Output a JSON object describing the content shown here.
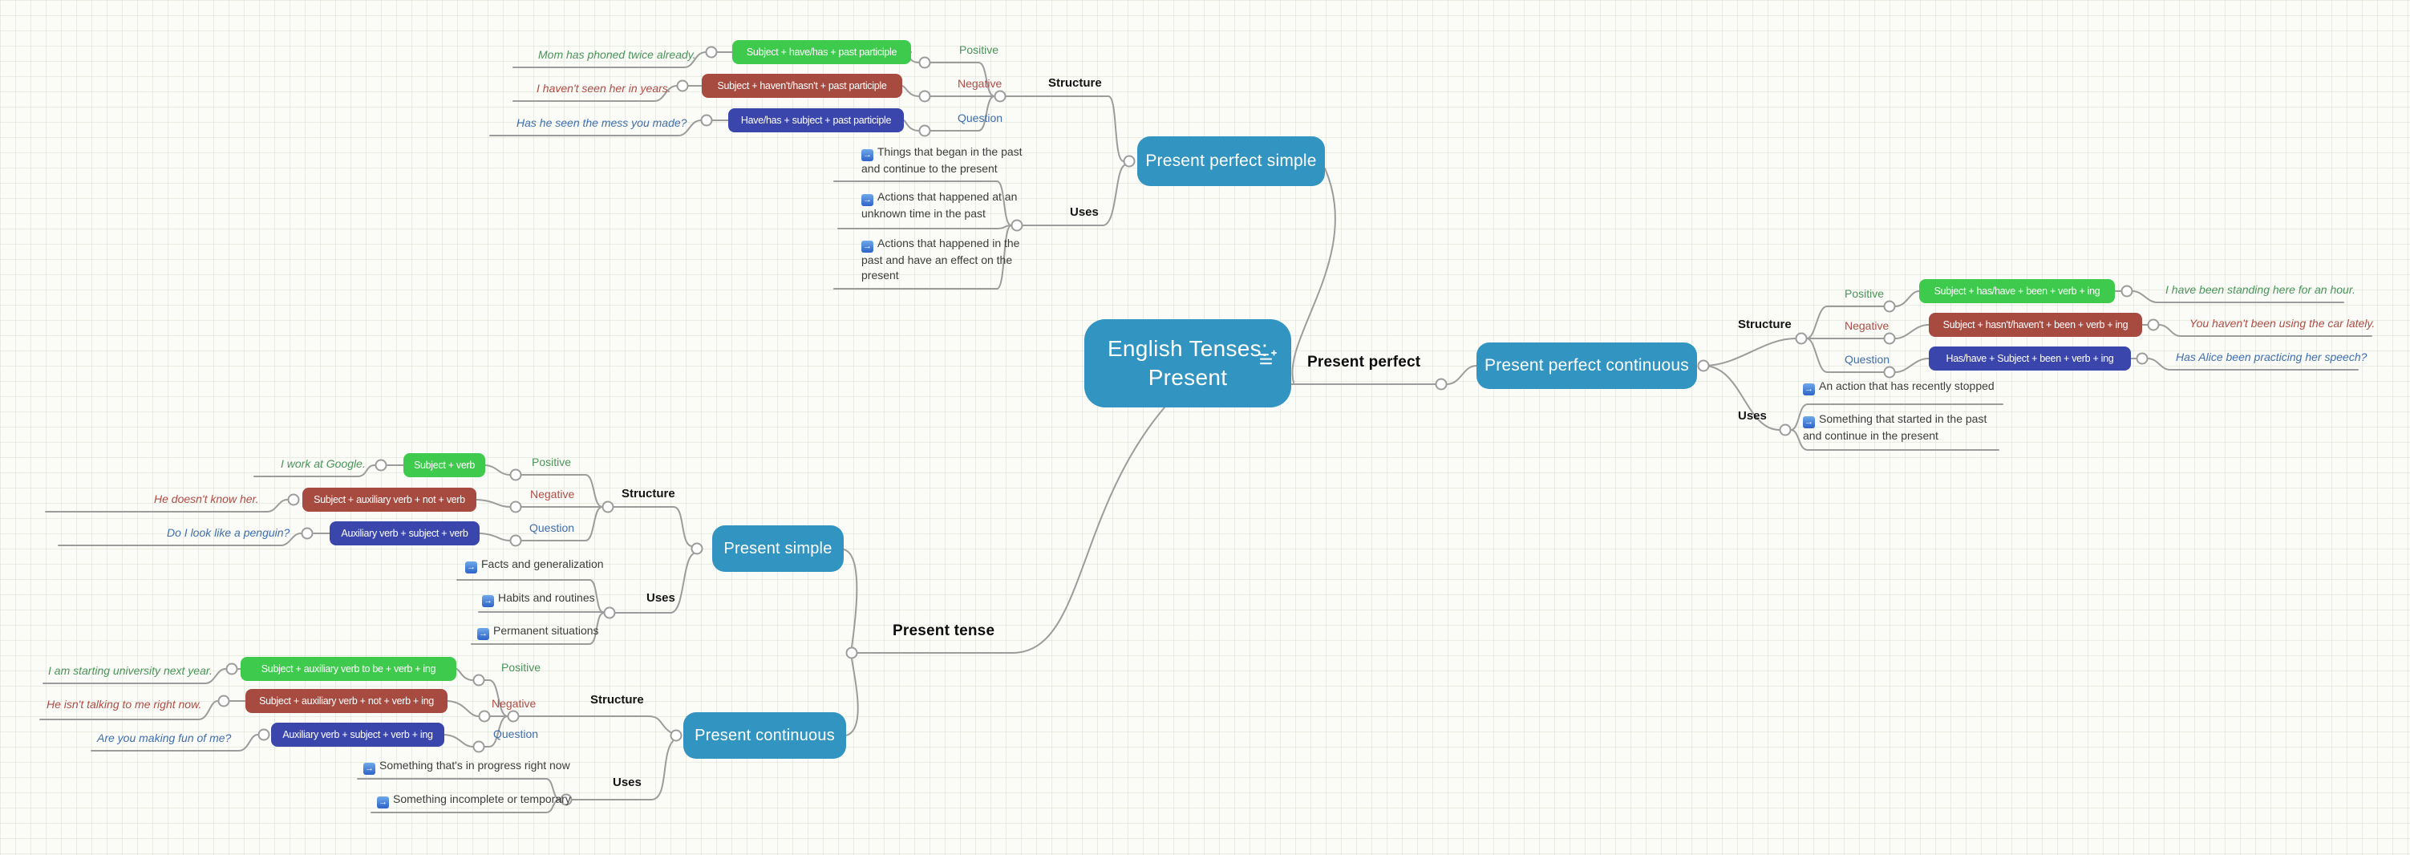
{
  "root": {
    "line1": "English Tenses:",
    "line2": "Present"
  },
  "branch_labels": {
    "present_perfect": "Present perfect",
    "present_tense": "Present tense"
  },
  "section_labels": {
    "structure": "Structure",
    "uses": "Uses"
  },
  "row_labels": {
    "positive": "Positive",
    "negative": "Negative",
    "question": "Question"
  },
  "icons": {
    "use_arrow": "→",
    "root_icon": "list-plus"
  },
  "colors": {
    "node_blue": "#3294c0",
    "formula_green": "#3ecb4d",
    "formula_red": "#a74b41",
    "formula_indigo": "#3b46ad",
    "label_green": "#4a9459",
    "label_red": "#af4c44",
    "label_blue": "#3f6eae",
    "line_gray": "#9c9c9c"
  },
  "pps": {
    "title": "Present perfect simple",
    "rows": {
      "positive": {
        "formula": "Subject + have/has + past participle",
        "example": "Mom has phoned twice already."
      },
      "negative": {
        "formula": "Subject + haven't/hasn't + past participle",
        "example": "I haven't seen her in years."
      },
      "question": {
        "formula": "Have/has + subject + past participle",
        "example": "Has he seen the mess you made?"
      }
    },
    "uses": [
      "Things that began in the past and continue to the present",
      "Actions that happened at an unknown time in the past",
      "Actions that happened in the past and have an effect on the present"
    ]
  },
  "ppc": {
    "title": "Present perfect continuous",
    "rows": {
      "positive": {
        "formula": "Subject + has/have + been + verb + ing",
        "example": "I have been standing here for an hour."
      },
      "negative": {
        "formula": "Subject + hasn't/haven't + been + verb + ing",
        "example": "You haven't been using the car lately."
      },
      "question": {
        "formula": "Has/have + Subject + been + verb + ing",
        "example": "Has Alice been practicing her speech?"
      }
    },
    "uses": [
      "An action that has recently stopped",
      "Something that started in the past and continue in the present"
    ]
  },
  "ps": {
    "title": "Present simple",
    "rows": {
      "positive": {
        "formula": "Subject + verb",
        "example": "I work at Google."
      },
      "negative": {
        "formula": "Subject + auxiliary verb + not + verb",
        "example": "He doesn't know her."
      },
      "question": {
        "formula": "Auxiliary verb + subject + verb",
        "example": "Do I look like a penguin?"
      }
    },
    "uses": [
      "Facts and generalization",
      "Habits and routines",
      "Permanent situations"
    ]
  },
  "pc": {
    "title": "Present continuous",
    "rows": {
      "positive": {
        "formula": "Subject + auxiliary verb to be + verb + ing",
        "example": "I am starting university next year."
      },
      "negative": {
        "formula": "Subject + auxiliary verb + not + verb + ing",
        "example": "He isn't talking to me right now."
      },
      "question": {
        "formula": "Auxiliary verb + subject + verb + ing",
        "example": "Are you making fun of me?"
      }
    },
    "uses": [
      "Something that's in progress right now",
      "Something incomplete or temporary"
    ]
  }
}
